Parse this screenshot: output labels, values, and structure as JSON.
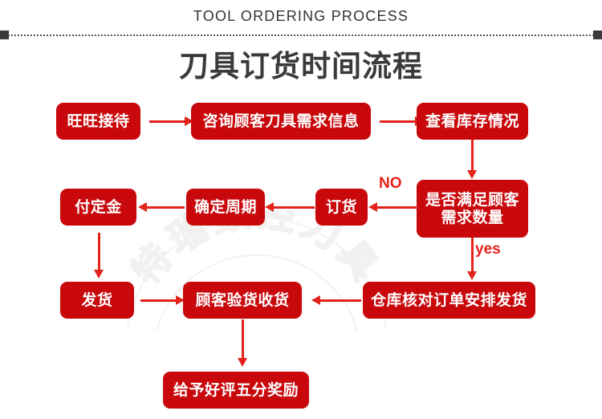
{
  "header": {
    "english_title": "TOOL ORDERING PROCESS",
    "chinese_title": "刀具订货时间流程"
  },
  "watermark": {
    "text": "特瑞数控刀具"
  },
  "colors": {
    "box_fill": "#c9080c",
    "arrow": "#e2231a",
    "label": "#e8201a",
    "title": "#3a3a3a",
    "background": "#ffffff"
  },
  "flow": {
    "nodes": [
      {
        "id": "n1",
        "label": "旺旺接待"
      },
      {
        "id": "n2",
        "label": "咨询顾客刀具需求信息"
      },
      {
        "id": "n3",
        "label": "查看库存情况"
      },
      {
        "id": "n4",
        "label": "是否满足顾客\n需求数量"
      },
      {
        "id": "n5",
        "label": "订货"
      },
      {
        "id": "n6",
        "label": "确定周期"
      },
      {
        "id": "n7",
        "label": "付定金"
      },
      {
        "id": "n8",
        "label": "发货"
      },
      {
        "id": "n9",
        "label": "顾客验货收货"
      },
      {
        "id": "n10",
        "label": "仓库核对订单安排发货"
      },
      {
        "id": "n11",
        "label": "给予好评五分奖励"
      }
    ],
    "edge_labels": {
      "no": "NO",
      "yes": "yes"
    }
  }
}
